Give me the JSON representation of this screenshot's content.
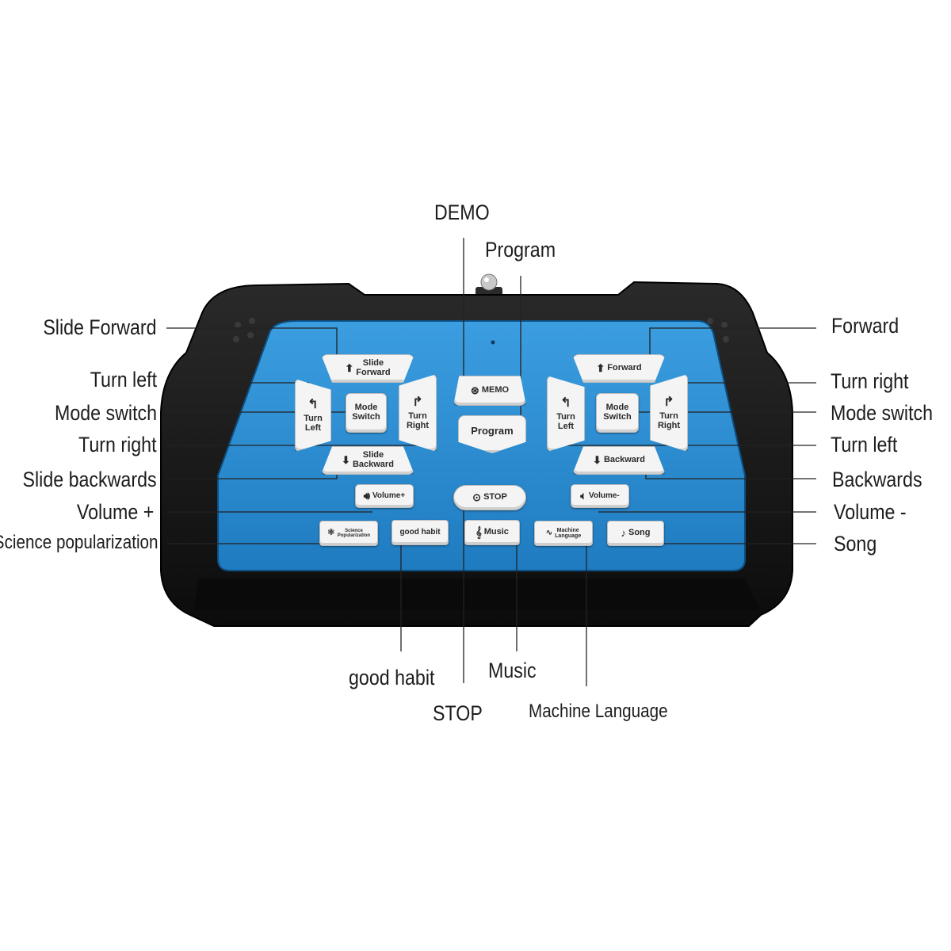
{
  "callouts": {
    "demo": "DEMO",
    "program": "Program",
    "slide_forward": "Slide Forward",
    "turn_left_l": "Turn left",
    "mode_switch_l": "Mode switch",
    "turn_right_l": "Turn right",
    "slide_backwards": "Slide backwards",
    "volume_plus": "Volume +",
    "science_popularization": "Science popularization",
    "forward": "Forward",
    "turn_right_r": "Turn right",
    "mode_switch_r": "Mode switch",
    "turn_left_r": "Turn left",
    "backwards": "Backwards",
    "volume_minus": "Volume -",
    "song": "Song",
    "good_habit": "good habit",
    "music": "Music",
    "stop": "STOP",
    "machine_language": "Machine Language"
  },
  "buttons": {
    "slide_forward": {
      "line1": "Slide",
      "line2": "Forward"
    },
    "turn_left_l": {
      "line1": "Turn",
      "line2": "Left"
    },
    "mode_switch_l": {
      "line1": "Mode",
      "line2": "Switch"
    },
    "turn_right_l": {
      "line1": "Turn",
      "line2": "Right"
    },
    "slide_backward": {
      "line1": "Slide",
      "line2": "Backward"
    },
    "memo": "MEMO",
    "program": "Program",
    "forward": "Forward",
    "turn_left_r": {
      "line1": "Turn",
      "line2": "Left"
    },
    "mode_switch_r": {
      "line1": "Mode",
      "line2": "Switch"
    },
    "turn_right_r": {
      "line1": "Turn",
      "line2": "Right"
    },
    "backward": "Backward",
    "volume_plus": "Volume+",
    "stop": "STOP",
    "volume_minus": "Volume-",
    "science": {
      "line1": "Science",
      "line2": "Popularization"
    },
    "good_habit": "good habit",
    "music": "Music",
    "machine_language": {
      "line1": "Machine",
      "line2": "Language"
    },
    "song": "Song"
  },
  "colors": {
    "panel_blue": "#2f8fd2",
    "body_black": "#161616",
    "button_white": "#f4f4f4"
  },
  "icons": {
    "up": "up-arrow-icon",
    "down": "down-arrow-icon",
    "turn_left": "turn-left-arrow-icon",
    "turn_right": "turn-right-arrow-icon",
    "speaker": "speaker-icon",
    "stop": "stop-icon",
    "memo": "memo-icon",
    "music": "music-note-icon",
    "atom": "atom-icon",
    "wave": "wave-icon"
  }
}
